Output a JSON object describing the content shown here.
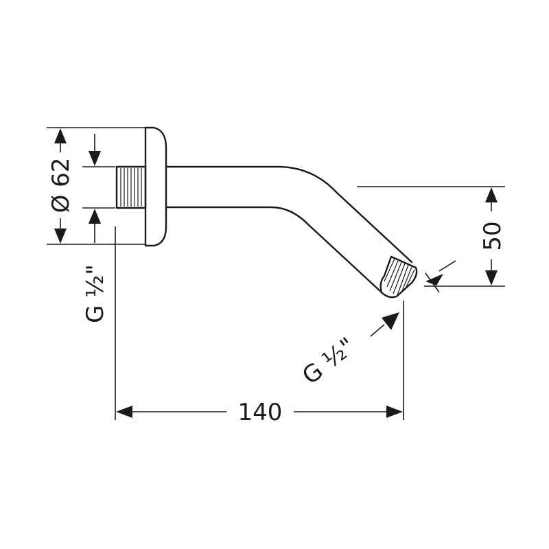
{
  "drawing": {
    "dimensions": {
      "flange_diameter": "Ø 62",
      "inlet_thread": "G ½\"",
      "outlet_thread": "G ½\"",
      "length": "140",
      "drop": "50"
    }
  }
}
